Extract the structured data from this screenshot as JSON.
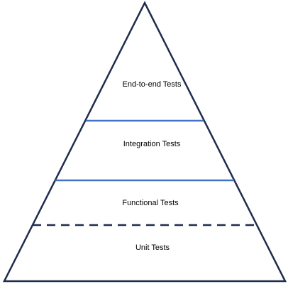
{
  "diagram": {
    "tiers": [
      {
        "label": "End-to-end Tests"
      },
      {
        "label": "Integration Tests"
      },
      {
        "label": "Functional Tests"
      },
      {
        "label": "Unit Tests"
      }
    ]
  }
}
